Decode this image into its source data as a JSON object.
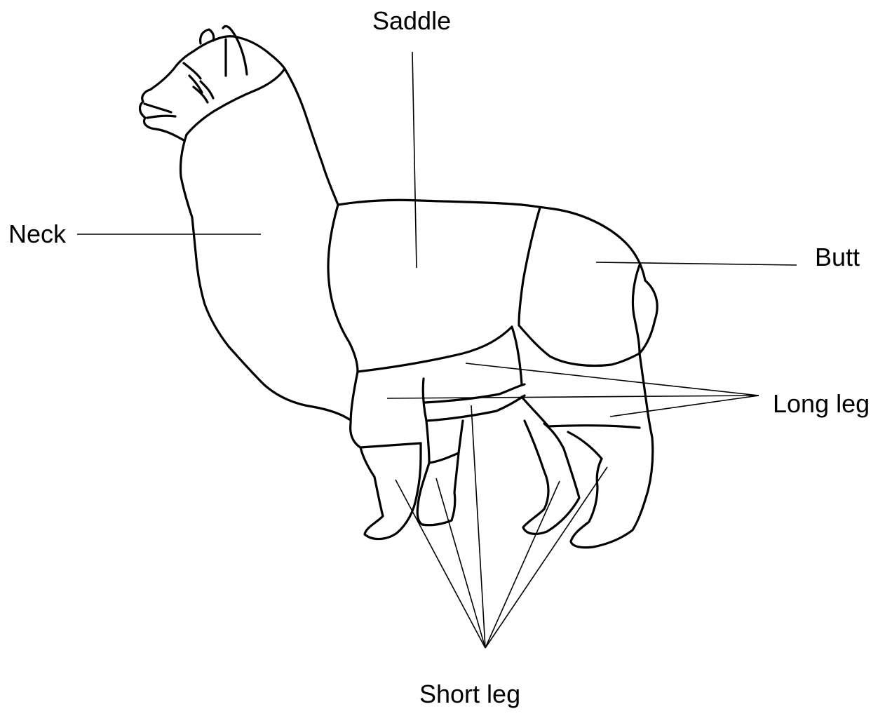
{
  "labels": {
    "saddle": "Saddle",
    "neck": "Neck",
    "butt": "Butt",
    "long_leg": "Long leg",
    "short_leg": "Short leg"
  },
  "colors": {
    "ink": "#000000",
    "background": "#ffffff"
  }
}
